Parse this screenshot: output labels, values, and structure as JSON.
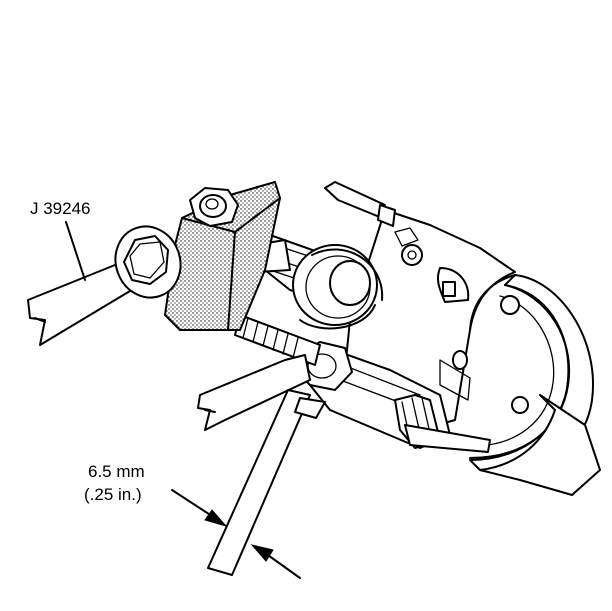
{
  "labels": {
    "tool_number": "J 39246",
    "dimension_metric": "6.5 mm",
    "dimension_imperial": "(.25 in.)"
  }
}
